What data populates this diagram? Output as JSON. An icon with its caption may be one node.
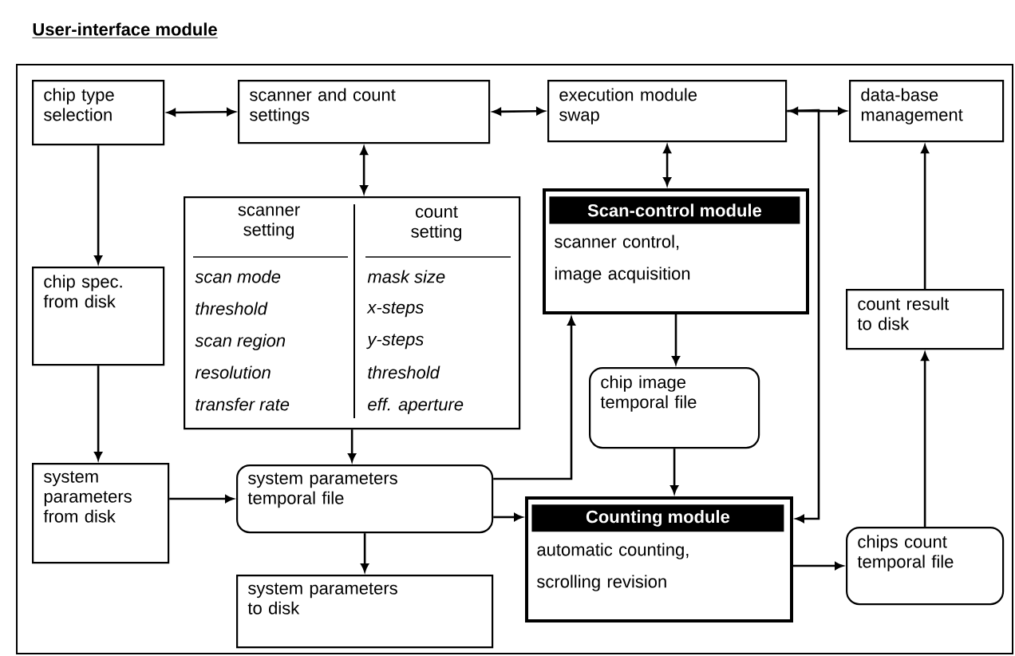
{
  "diagram": {
    "nodes": [
      {
        "text": [
          "User-interface module"
        ]
      },
      {
        "text": [
          "chip type selection"
        ],
        "in": 0
      },
      {
        "text": [
          "scanner and count settings"
        ],
        "in": 0
      },
      {
        "text": [
          "execution module swap"
        ],
        "in": 0
      },
      {
        "text": [
          "data-base management"
        ],
        "in": 0
      },
      {
        "text": [
          "scanner setting",
          "count setting",
          "scan mode",
          "threshold",
          "scan region",
          "resolution",
          "transfer rate",
          "mask size",
          "x-steps",
          "y-steps",
          "threshold",
          "eff. aperture"
        ],
        "in": 0
      },
      {
        "text": [
          "Scan-control module",
          "scanner control, image acquisition"
        ],
        "in": 0
      },
      {
        "text": [
          "chip spec. from disk"
        ],
        "in": 0
      },
      {
        "text": [
          "chip image temporal file"
        ],
        "in": 0
      },
      {
        "text": [
          "count result to disk"
        ],
        "in": 0
      },
      {
        "text": [
          "system parameters from disk"
        ],
        "in": 0
      },
      {
        "text": [
          "system parameters temporal file"
        ],
        "in": 0
      },
      {
        "text": [
          "Counting module",
          "automatic counting, scrolling revision"
        ],
        "in": 0
      },
      {
        "text": [
          "chips count temporal file"
        ],
        "in": 0
      },
      {
        "text": [
          "system parameters to disk"
        ],
        "in": 0
      }
    ],
    "edges": [
      {
        "from": 1,
        "to": 2,
        "arrow": "both"
      },
      {
        "from": 2,
        "to": 3,
        "arrow": "both"
      },
      {
        "from": 3,
        "to": 4,
        "arrow": "both"
      },
      {
        "from": 3,
        "to": 12,
        "arrow": "to"
      },
      {
        "from": 1,
        "to": 7,
        "arrow": "to"
      },
      {
        "from": 7,
        "to": 10,
        "arrow": "to"
      },
      {
        "from": 2,
        "to": 5,
        "arrow": "both"
      },
      {
        "from": 3,
        "to": 6,
        "arrow": "both"
      },
      {
        "from": 5,
        "to": 11,
        "arrow": "to"
      },
      {
        "from": 10,
        "to": 11,
        "arrow": "to"
      },
      {
        "from": 11,
        "to": 6,
        "arrow": "to"
      },
      {
        "from": 11,
        "to": 12,
        "arrow": "to"
      },
      {
        "from": 11,
        "to": 14,
        "arrow": "to"
      },
      {
        "from": 6,
        "to": 8,
        "arrow": "to"
      },
      {
        "from": 8,
        "to": 12,
        "arrow": "to"
      },
      {
        "from": 12,
        "to": 13,
        "arrow": "to"
      },
      {
        "from": 13,
        "to": 9,
        "arrow": "to"
      },
      {
        "from": 9,
        "to": 4,
        "arrow": "to"
      }
    ]
  }
}
